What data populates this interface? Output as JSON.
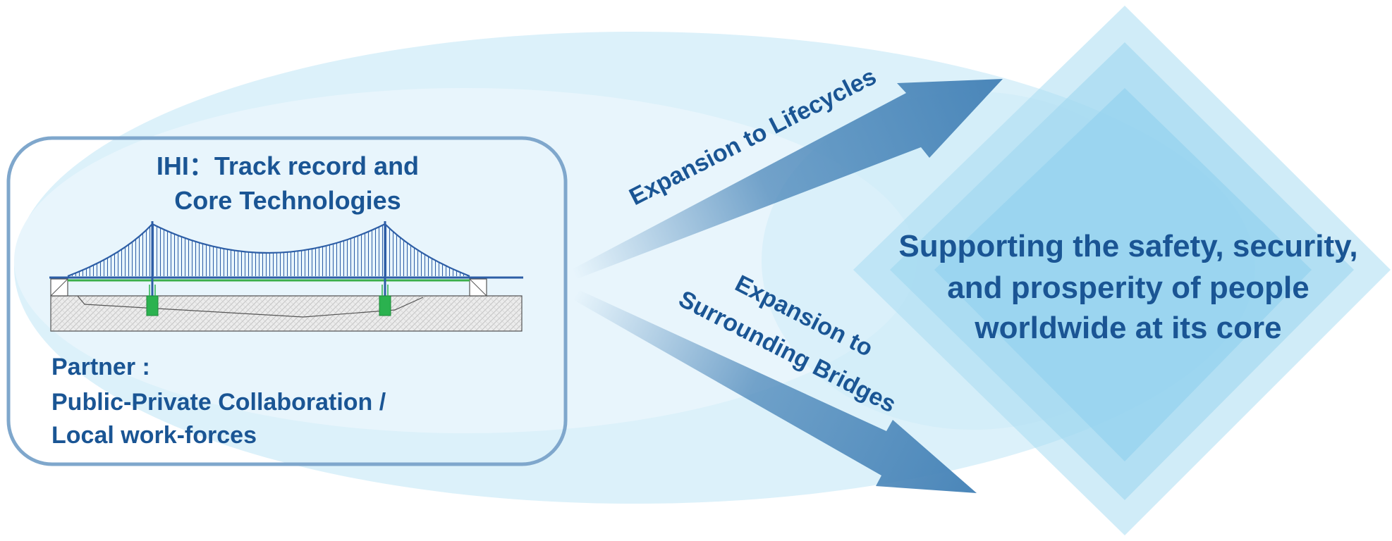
{
  "left_box": {
    "title_line1": "IHI：Track record and",
    "title_line2": "Core Technologies",
    "partner_line1": "Partner :",
    "partner_line2": "Public-Private Collaboration /",
    "partner_line3": "Local work-forces"
  },
  "arrows": {
    "upper_label": "Expansion to Lifecycles",
    "lower_label_line1": "Expansion to",
    "lower_label_line2": "Surrounding Bridges"
  },
  "core": {
    "line1": "Supporting the safety, security,",
    "line2": "and prosperity of people",
    "line3": "worldwide at its core"
  },
  "colors": {
    "text": "#1a5594",
    "arrow": "#4a86b9",
    "box_border": "#7fa7cc",
    "ellipse": "#d6eef9",
    "bridge_structure": "#2d5ea6",
    "bridge_deck_accent": "#3aae4a",
    "foundation": "#2bb24f"
  }
}
